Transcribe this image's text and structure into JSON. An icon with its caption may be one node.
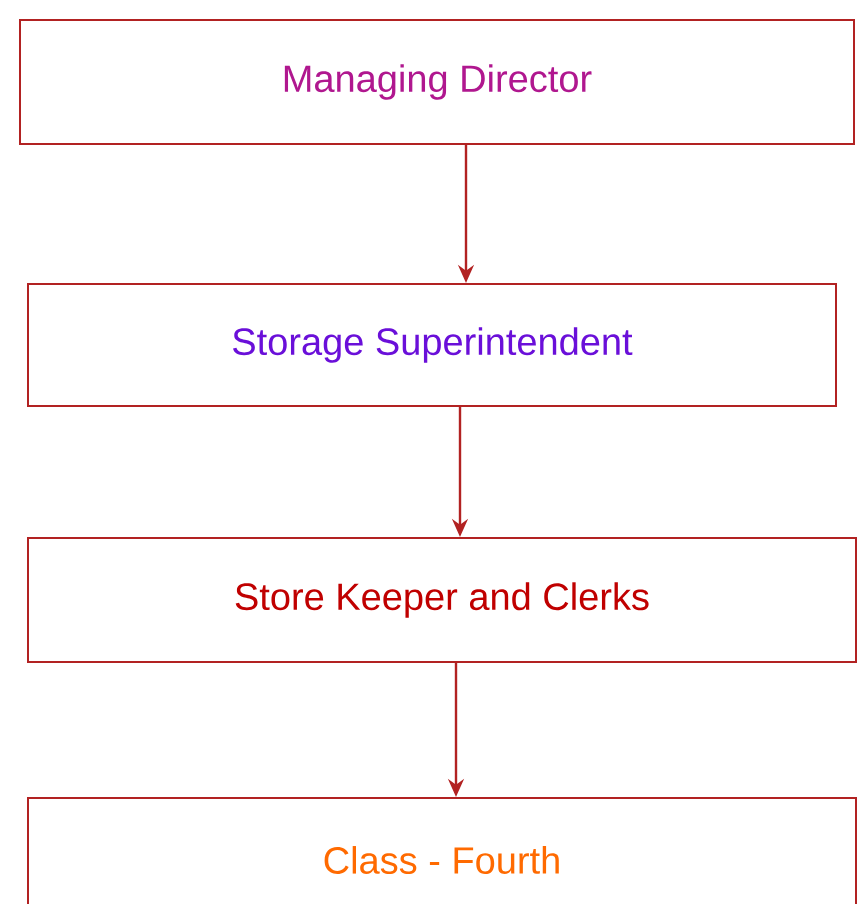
{
  "diagram": {
    "nodes": [
      {
        "text": [
          "Managing Director"
        ]
      },
      {
        "text": [
          "Storage Superintendent"
        ]
      },
      {
        "text": [
          "Store Keeper and Clerks"
        ]
      },
      {
        "text": [
          "Class - Fourth"
        ]
      }
    ],
    "edges": [
      {
        "from": 0,
        "to": 1,
        "arrow": "to"
      },
      {
        "from": 1,
        "to": 2,
        "arrow": "to"
      },
      {
        "from": 2,
        "to": 3,
        "arrow": "to"
      }
    ]
  }
}
